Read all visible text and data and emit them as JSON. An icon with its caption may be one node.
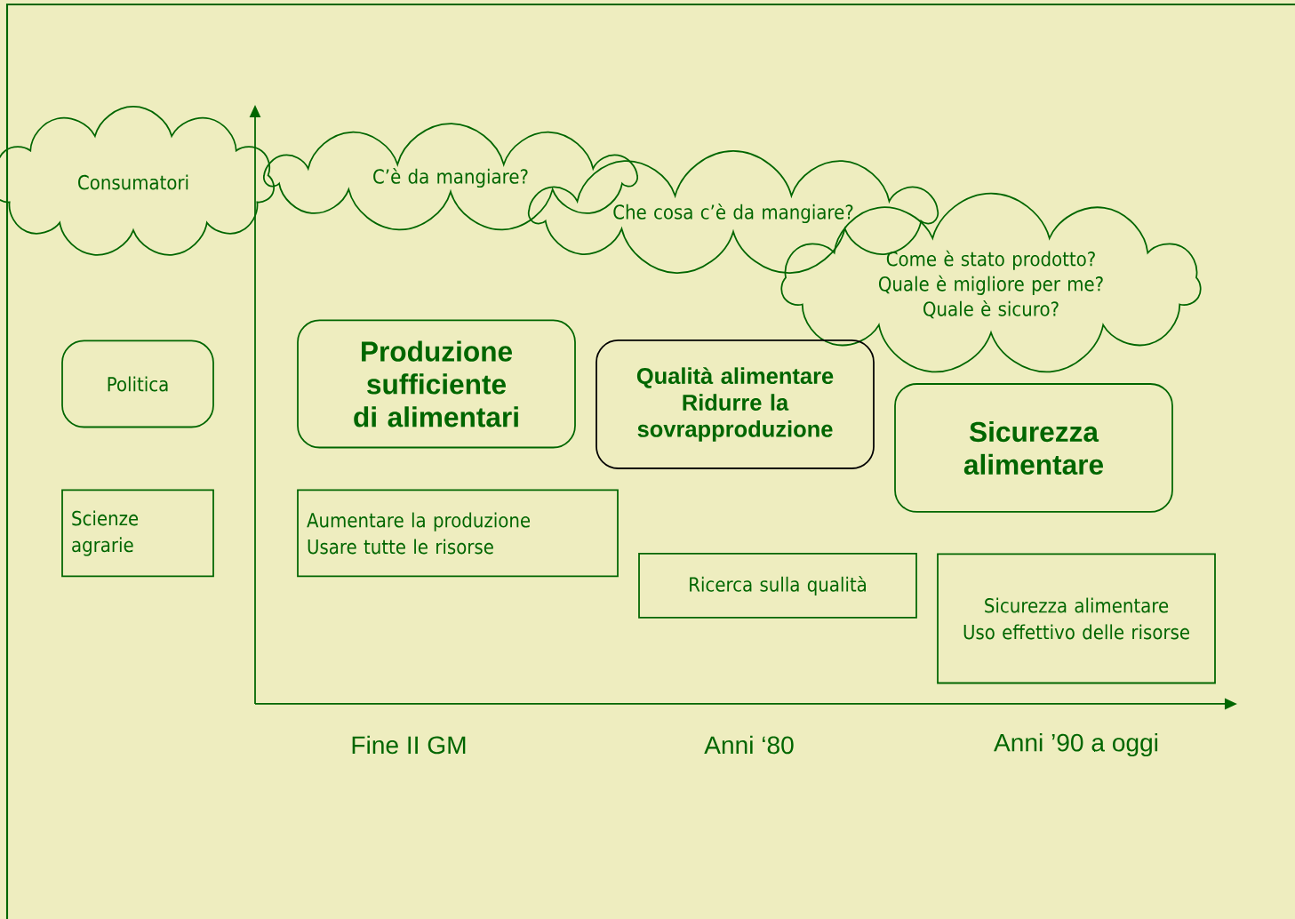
{
  "diagram": {
    "nodes": [
      {
        "text": [
          "Consumatori"
        ]
      },
      {
        "text": [
          "C’è da mangiare?"
        ]
      },
      {
        "text": [
          "Che cosa c’è da mangiare?"
        ]
      },
      {
        "text": [
          "Come è stato prodotto?",
          "Quale è migliore per me?",
          "Quale è sicuro?"
        ]
      },
      {
        "text": [
          "Politica"
        ]
      },
      {
        "text": [
          "Produzione sufficiente di alimentari"
        ]
      },
      {
        "text": [
          "Qualità alimentare",
          "Ridurre la sovrapproduzione"
        ]
      },
      {
        "text": [
          "Sicurezza alimentare"
        ]
      },
      {
        "text": [
          "Scienze agrarie"
        ]
      },
      {
        "text": [
          "Aumentare la produzione",
          "Usare tutte le risorse"
        ]
      },
      {
        "text": [
          "Ricerca sulla qualità"
        ]
      },
      {
        "text": [
          "Sicurezza alimentare",
          "Uso effettivo delle risorse"
        ]
      }
    ],
    "labels": [
      "Fine II GM",
      "Anni ‘80",
      "Anni ’90 a oggi"
    ]
  }
}
